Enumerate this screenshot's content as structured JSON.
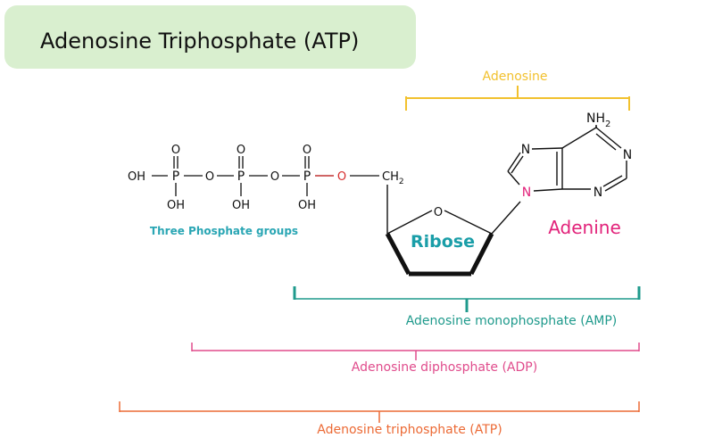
{
  "title": "Adenosine Triphosphate (ATP)",
  "molecule": {
    "phosphate_oxygen": "O",
    "phosphorus": "P",
    "hydroxyl": "OH",
    "methylene": "CH",
    "methylene_subscript": "2",
    "ring_oxygen": "O",
    "nitrogen": "N",
    "amine": "NH",
    "amine_subscript": "2"
  },
  "labels": {
    "adenosine": "Adenosine",
    "three_phosphate_groups": "Three Phosphate groups",
    "ribose": "Ribose",
    "adenine": "Adenine",
    "amp": "Adenosine monophosphate (AMP)",
    "adp": "Adenosine diphosphate (ADP)",
    "atp": "Adenosine triphosphate (ATP)"
  },
  "colors": {
    "title_background": "#d9efcf",
    "adenosine": "#f2c12e",
    "phosphate_label": "#2aa6b4",
    "ribose_label": "#1a9ea8",
    "adenine": "#e2227a",
    "amp": "#1f9a8c",
    "adp": "#e04c8c",
    "atp": "#ec6a35",
    "glycosidic_oxygen": "#d62d2d",
    "structure": "#111111"
  }
}
